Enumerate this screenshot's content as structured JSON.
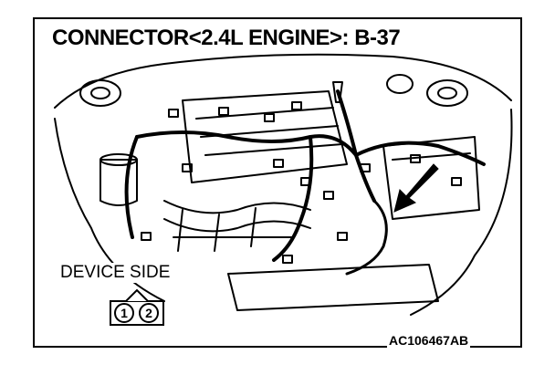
{
  "title": "CONNECTOR<2.4L ENGINE>: B-37",
  "device_side_label": "DEVICE SIDE",
  "connector_pins": [
    "1",
    "2"
  ],
  "figure_code": "AC106467AB"
}
